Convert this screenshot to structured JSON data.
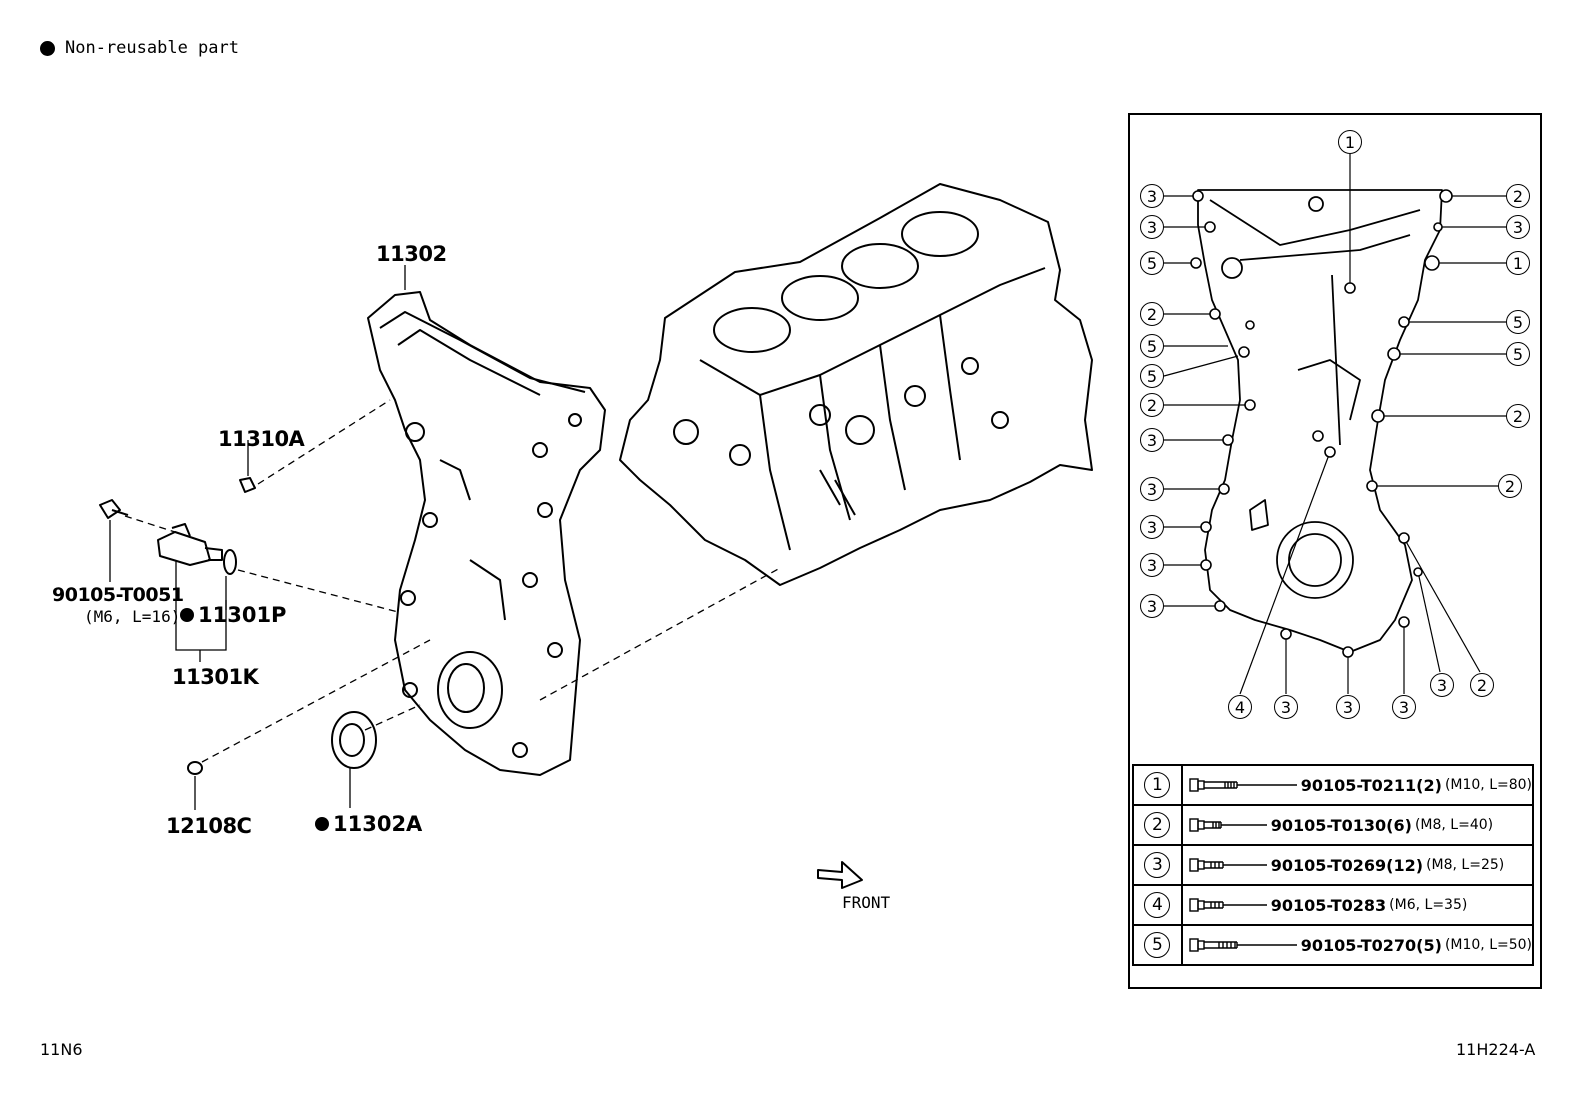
{
  "legend": {
    "marker": "●",
    "text": "Non-reusable part"
  },
  "parts": {
    "timing_cover": "11302",
    "bolt_11310A": "11310A",
    "screw": "90105-T0051",
    "screw_spec": "(M6, L=16)",
    "oring": "11301P",
    "sensor_kit": "11301K",
    "gasket": "12108C",
    "oil_seal": "11302A"
  },
  "front_label": "FRONT",
  "inset": {
    "callouts": [
      "1",
      "2",
      "3",
      "4",
      "5"
    ],
    "bolts": [
      {
        "num": "1",
        "part": "90105-T0211",
        "qty": "(2)",
        "spec": "(M10, L=80)"
      },
      {
        "num": "2",
        "part": "90105-T0130",
        "qty": "(6)",
        "spec": "(M8, L=40)"
      },
      {
        "num": "3",
        "part": "90105-T0269",
        "qty": "(12)",
        "spec": "(M8, L=25)"
      },
      {
        "num": "4",
        "part": "90105-T0283",
        "qty": "",
        "spec": "(M6, L=35)"
      },
      {
        "num": "5",
        "part": "90105-T0270",
        "qty": "(5)",
        "spec": "(M10, L=50)"
      }
    ]
  },
  "footer": {
    "left_code": "11N6",
    "right_code": "11H224-A"
  }
}
